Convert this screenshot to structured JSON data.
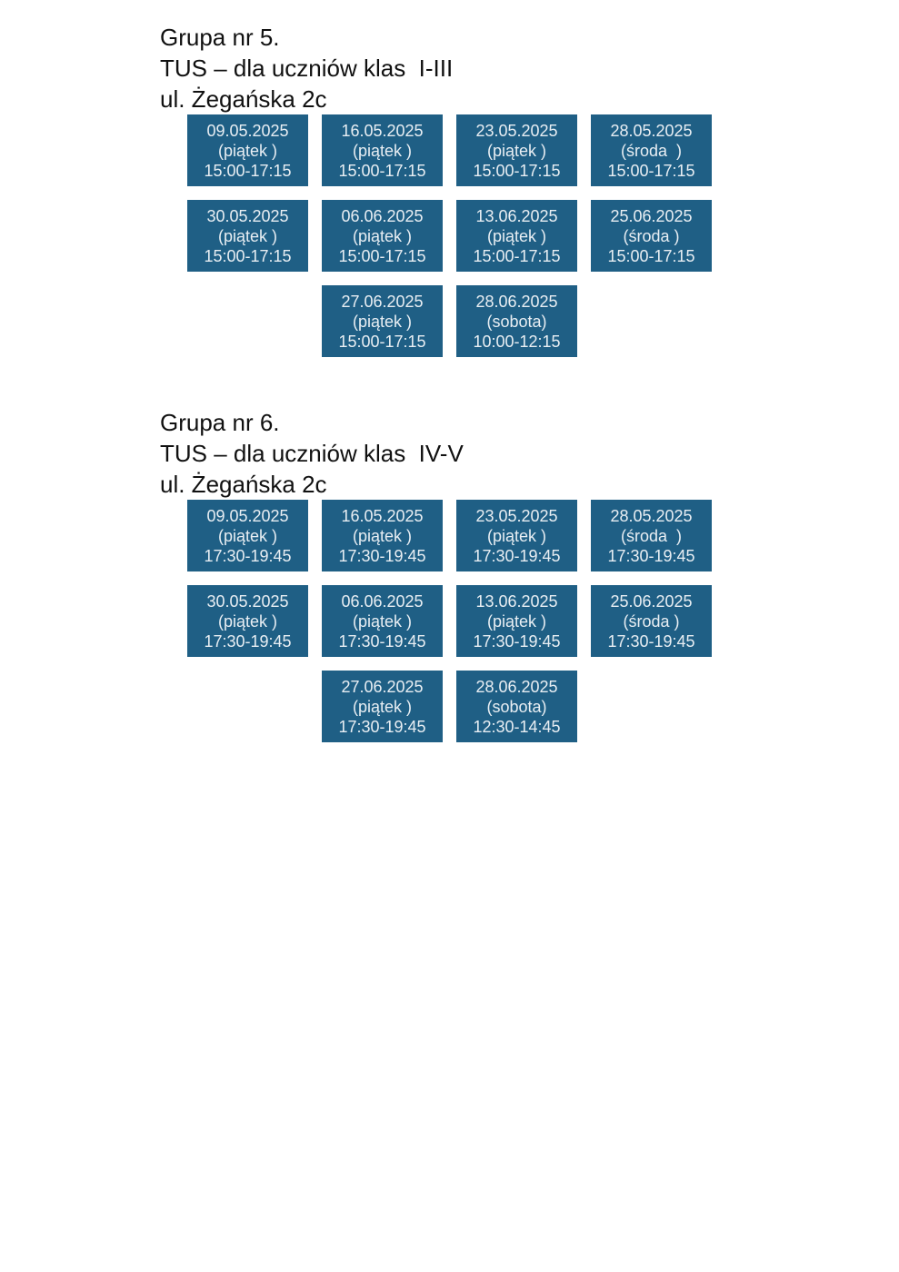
{
  "groups": [
    {
      "title": "Grupa nr 5.",
      "subtitle": "TUS – dla uczniów klas  I-III",
      "address": "ul. Żegańska 2c",
      "sessions": [
        {
          "date": "09.05.2025",
          "day": "(piątek )",
          "time": "15:00-17:15"
        },
        {
          "date": "16.05.2025",
          "day": "(piątek )",
          "time": "15:00-17:15"
        },
        {
          "date": "23.05.2025",
          "day": "(piątek )",
          "time": "15:00-17:15"
        },
        {
          "date": "28.05.2025",
          "day": "(środa  )",
          "time": "15:00-17:15"
        },
        {
          "date": "30.05.2025",
          "day": "(piątek )",
          "time": "15:00-17:15"
        },
        {
          "date": "06.06.2025",
          "day": "(piątek )",
          "time": "15:00-17:15"
        },
        {
          "date": "13.06.2025",
          "day": "(piątek )",
          "time": "15:00-17:15"
        },
        {
          "date": "25.06.2025",
          "day": "(środa )",
          "time": "15:00-17:15"
        },
        {
          "date": "27.06.2025",
          "day": "(piątek )",
          "time": "15:00-17:15"
        },
        {
          "date": "28.06.2025",
          "day": "(sobota)",
          "time": "10:00-12:15"
        }
      ]
    },
    {
      "title": "Grupa nr 6.",
      "subtitle": "TUS – dla uczniów klas  IV-V",
      "address": "ul. Żegańska 2c",
      "sessions": [
        {
          "date": "09.05.2025",
          "day": "(piątek )",
          "time": "17:30-19:45"
        },
        {
          "date": "16.05.2025",
          "day": "(piątek )",
          "time": "17:30-19:45"
        },
        {
          "date": "23.05.2025",
          "day": "(piątek )",
          "time": "17:30-19:45"
        },
        {
          "date": "28.05.2025",
          "day": "(środa  )",
          "time": "17:30-19:45"
        },
        {
          "date": "30.05.2025",
          "day": "(piątek )",
          "time": "17:30-19:45"
        },
        {
          "date": "06.06.2025",
          "day": "(piątek )",
          "time": "17:30-19:45"
        },
        {
          "date": "13.06.2025",
          "day": "(piątek )",
          "time": "17:30-19:45"
        },
        {
          "date": "25.06.2025",
          "day": "(środa )",
          "time": "17:30-19:45"
        },
        {
          "date": "27.06.2025",
          "day": "(piątek )",
          "time": "17:30-19:45"
        },
        {
          "date": "28.06.2025",
          "day": "(sobota)",
          "time": "12:30-14:45"
        }
      ]
    }
  ],
  "colors": {
    "box": "#1f5f85"
  }
}
